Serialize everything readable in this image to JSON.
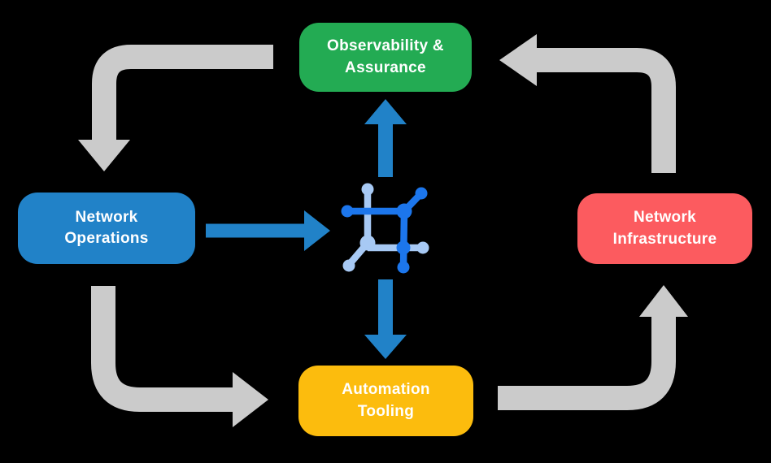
{
  "colors": {
    "background": "#000000",
    "arrow_gray": "#CBCBCB",
    "arrow_blue": "#2182C8",
    "icon_dark": "#1C76EC",
    "icon_light": "#A7C9F4",
    "text": "#FFFFFF"
  },
  "nodes": {
    "observability": {
      "label": "Observability &\nAssurance",
      "color": "#23AB53"
    },
    "operations": {
      "label": "Network\nOperations",
      "color": "#2182C8"
    },
    "infrastructure": {
      "label": "Network\nInfrastructure",
      "color": "#FC5B5F"
    },
    "automation": {
      "label": "Automation\nTooling",
      "color": "#FCBC0D"
    }
  },
  "icons": {
    "center": "network-nodes-icon"
  },
  "flows": [
    {
      "from": "Observability & Assurance",
      "to": "Network Operations",
      "style": "gray-elbow-arrow"
    },
    {
      "from": "Network Operations",
      "to": "Automation Tooling",
      "style": "gray-elbow-arrow"
    },
    {
      "from": "Automation Tooling",
      "to": "Network Infrastructure",
      "style": "gray-elbow-arrow"
    },
    {
      "from": "Network Infrastructure",
      "to": "Observability & Assurance",
      "style": "gray-elbow-arrow"
    },
    {
      "from": "Network Operations",
      "to": "center-icon",
      "style": "blue-straight-arrow"
    },
    {
      "from": "center-icon",
      "to": "Observability & Assurance",
      "style": "blue-straight-arrow"
    },
    {
      "from": "center-icon",
      "to": "Automation Tooling",
      "style": "blue-straight-arrow"
    }
  ]
}
